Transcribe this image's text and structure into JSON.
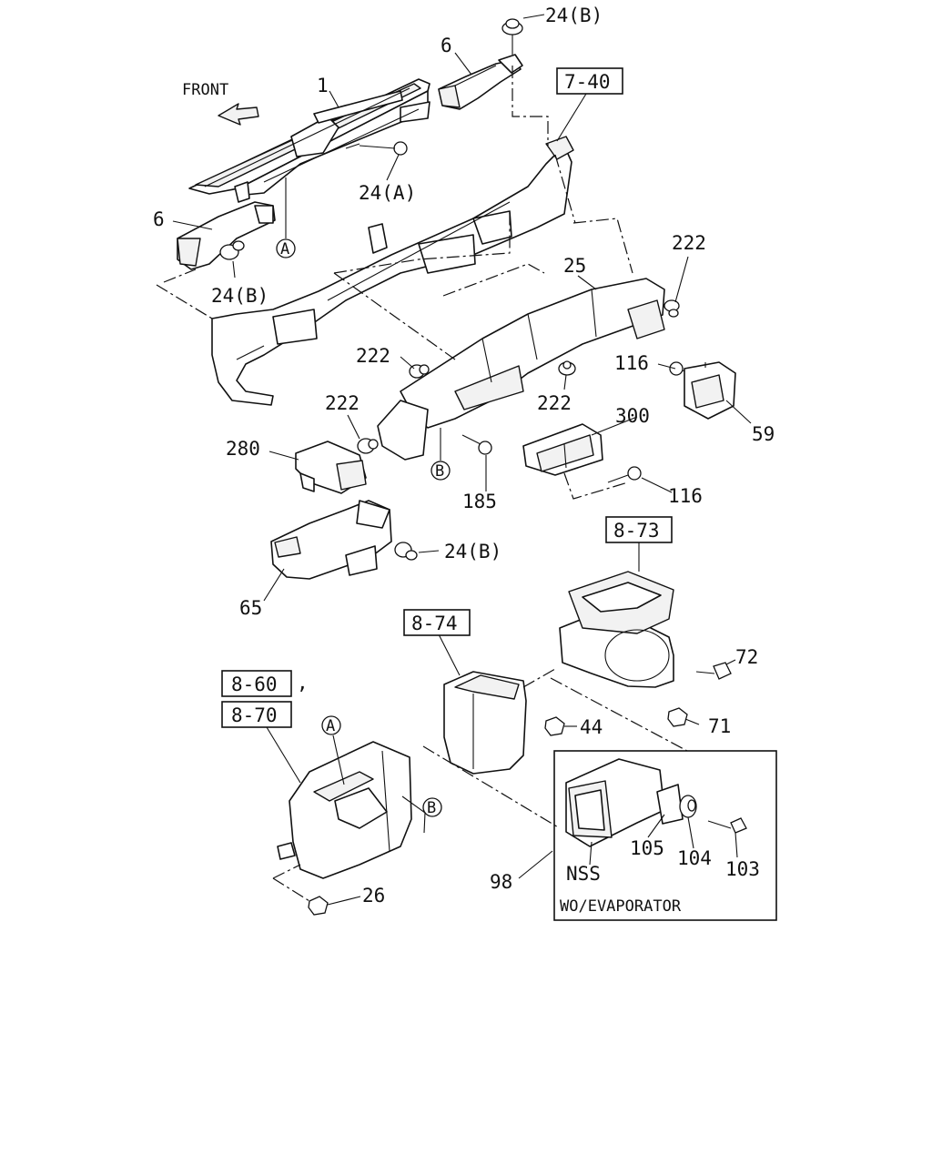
{
  "labels": {
    "front": "FRONT",
    "p1": "1",
    "p6_top": "6",
    "p6_left": "6",
    "p24a": "24(A)",
    "p24b_top": "24(B)",
    "p24b_left": "24(B)",
    "p24b_mid": "24(B)",
    "circle_a_top": "A",
    "circle_a_low": "A",
    "circle_b_mid": "B",
    "circle_b_low": "B",
    "p25": "25",
    "p222_right": "222",
    "p222_mid_left": "222",
    "p222_mid_right": "222",
    "p222_low": "222",
    "p116_upper": "116",
    "p116_lower": "116",
    "p59": "59",
    "p280": "280",
    "p185": "185",
    "p300": "300",
    "p65": "65",
    "p72": "72",
    "p71": "71",
    "p44": "44",
    "p26": "26",
    "p98": "98",
    "p105": "105",
    "p104": "104",
    "p103": "103",
    "nss": "NSS",
    "comma": ","
  },
  "refs": {
    "r7_40": "7-40",
    "r8_73": "8-73",
    "r8_74": "8-74",
    "r8_60": "8-60",
    "r8_70": "8-70"
  },
  "inset": {
    "caption": "WO/EVAPORATOR"
  }
}
